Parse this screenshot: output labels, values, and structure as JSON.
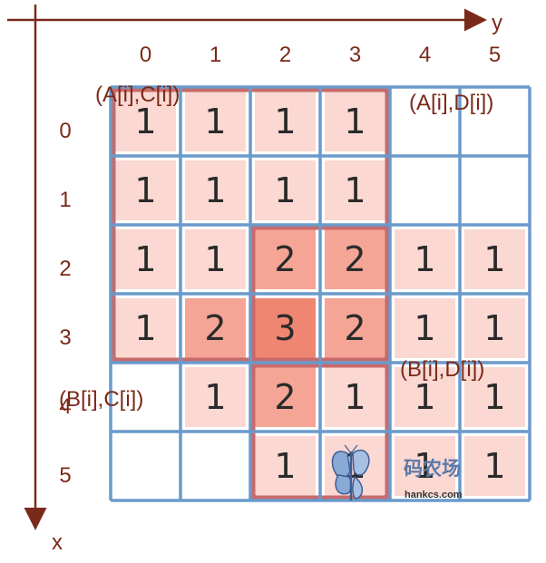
{
  "axes": {
    "x_label": "x",
    "y_label": "y"
  },
  "col_labels": [
    "0",
    "1",
    "2",
    "3",
    "4",
    "5"
  ],
  "row_labels": [
    "0",
    "1",
    "2",
    "3",
    "4",
    "5"
  ],
  "grid": [
    [
      "1",
      "1",
      "1",
      "1",
      "",
      ""
    ],
    [
      "1",
      "1",
      "1",
      "1",
      "",
      ""
    ],
    [
      "1",
      "1",
      "2",
      "2",
      "1",
      "1"
    ],
    [
      "1",
      "2",
      "3",
      "2",
      "1",
      "1"
    ],
    [
      "",
      "1",
      "2",
      "1",
      "1",
      "1"
    ],
    [
      "",
      "",
      "1",
      "1",
      "1",
      "1"
    ]
  ],
  "corner_labels": {
    "ac": "(A[i],C[i])",
    "ad": "(A[i],D[i])",
    "bc": "(B[i],C[i])",
    "bd": "(B[i],D[i])"
  },
  "watermark": {
    "chinese": "码农场",
    "url": "hankcs.com",
    "icon": "butterfly-icon"
  },
  "colors": {
    "axis": "#7a2a1a",
    "grid_line": "#6a9acb",
    "rect_border": "#c86a6a",
    "fill_1": "#fbd8d2",
    "fill_2": "#f4a595",
    "fill_3": "#ee8672"
  }
}
